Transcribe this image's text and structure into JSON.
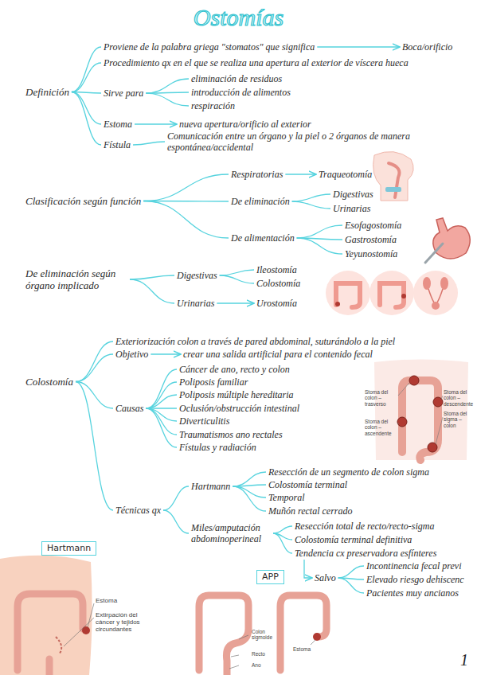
{
  "diagram": {
    "title": "Ostomías",
    "nodes": [
      {
        "text": [
          "Definición"
        ]
      },
      {
        "text": [
          "Proviene de la palabra griega \"stomatos\" que significa"
        ]
      },
      {
        "text": [
          "Boca/orificio"
        ]
      },
      {
        "text": [
          "Procedimiento qx en el que se realiza una apertura al exterior de víscera hueca"
        ]
      },
      {
        "text": [
          "Sirve para"
        ]
      },
      {
        "text": [
          "eliminación de residuos"
        ]
      },
      {
        "text": [
          "introducción de alimentos"
        ]
      },
      {
        "text": [
          "respiración"
        ]
      },
      {
        "text": [
          "Estoma"
        ]
      },
      {
        "text": [
          "nueva apertura/orificio al exterior"
        ]
      },
      {
        "text": [
          "Fístula"
        ]
      },
      {
        "text": [
          "Comunicación entre un órgano y la piel o 2 órganos de manera espontánea/accidental"
        ]
      },
      {
        "text": [
          "Clasificación según función"
        ]
      },
      {
        "text": [
          "Respiratorias"
        ]
      },
      {
        "text": [
          "Traqueotomía"
        ]
      },
      {
        "text": [
          "De eliminación"
        ]
      },
      {
        "text": [
          "Digestivas"
        ]
      },
      {
        "text": [
          "Urinarias"
        ]
      },
      {
        "text": [
          "De alimentación"
        ]
      },
      {
        "text": [
          "Esofagostomía"
        ]
      },
      {
        "text": [
          "Gastrostomía"
        ]
      },
      {
        "text": [
          "Yeyunostomía"
        ]
      },
      {
        "text": [
          "De eliminación según órgano implicado"
        ]
      },
      {
        "text": [
          "Digestivas"
        ]
      },
      {
        "text": [
          "Ileostomía"
        ]
      },
      {
        "text": [
          "Colostomía"
        ]
      },
      {
        "text": [
          "Urinarias"
        ]
      },
      {
        "text": [
          "Urostomía"
        ]
      },
      {
        "text": [
          "Colostomía"
        ]
      },
      {
        "text": [
          "Exteriorización colon a través de pared abdominal, suturándolo a la piel"
        ]
      },
      {
        "text": [
          "Objetivo"
        ]
      },
      {
        "text": [
          "crear una salida artificial para el contenido fecal"
        ]
      },
      {
        "text": [
          "Causas"
        ]
      },
      {
        "text": [
          "Cáncer de ano, recto y colon"
        ]
      },
      {
        "text": [
          "Poliposis familiar"
        ]
      },
      {
        "text": [
          "Poliposis múltiple hereditaria"
        ]
      },
      {
        "text": [
          "Oclusión/obstrucción intestinal"
        ]
      },
      {
        "text": [
          "Diverticulitis"
        ]
      },
      {
        "text": [
          "Traumatismos ano rectales"
        ]
      },
      {
        "text": [
          "Fístulas y radiación"
        ]
      },
      {
        "text": [
          "Técnicas qx"
        ]
      },
      {
        "text": [
          "Hartmann"
        ]
      },
      {
        "text": [
          "Resección de un segmento de colon sigma"
        ]
      },
      {
        "text": [
          "Colostomía terminal"
        ]
      },
      {
        "text": [
          "Temporal"
        ]
      },
      {
        "text": [
          "Muñón rectal cerrado"
        ]
      },
      {
        "text": [
          "Miles/amputación abdominoperineal"
        ]
      },
      {
        "text": [
          "Resección total de recto/recto-sigma"
        ]
      },
      {
        "text": [
          "Colostomía terminal definitiva"
        ]
      },
      {
        "text": [
          "Tendencia cx preservadora esfínteres"
        ]
      },
      {
        "text": [
          "Salvo"
        ]
      },
      {
        "text": [
          "Incontinencia fecal previ"
        ]
      },
      {
        "text": [
          "Elevado riesgo dehiscenc"
        ]
      },
      {
        "text": [
          "Pacientes muy ancianos"
        ]
      },
      {
        "text": [
          "Hartmann"
        ]
      },
      {
        "text": [
          "APP"
        ]
      }
    ],
    "edges": [
      {
        "from": 0,
        "to": 1,
        "arrow": "none"
      },
      {
        "from": 0,
        "to": 3,
        "arrow": "none"
      },
      {
        "from": 0,
        "to": 4,
        "arrow": "none"
      },
      {
        "from": 0,
        "to": 8,
        "arrow": "none"
      },
      {
        "from": 0,
        "to": 10,
        "arrow": "none"
      },
      {
        "from": 1,
        "to": 2,
        "arrow": "to"
      },
      {
        "from": 4,
        "to": 5,
        "arrow": "none"
      },
      {
        "from": 4,
        "to": 6,
        "arrow": "none"
      },
      {
        "from": 4,
        "to": 7,
        "arrow": "none"
      },
      {
        "from": 8,
        "to": 9,
        "arrow": "to"
      },
      {
        "from": 10,
        "to": 11,
        "arrow": "none"
      },
      {
        "from": 12,
        "to": 13,
        "arrow": "none"
      },
      {
        "from": 12,
        "to": 15,
        "arrow": "none"
      },
      {
        "from": 12,
        "to": 18,
        "arrow": "none"
      },
      {
        "from": 13,
        "to": 14,
        "arrow": "to"
      },
      {
        "from": 15,
        "to": 16,
        "arrow": "none"
      },
      {
        "from": 15,
        "to": 17,
        "arrow": "none"
      },
      {
        "from": 18,
        "to": 19,
        "arrow": "none"
      },
      {
        "from": 18,
        "to": 20,
        "arrow": "none"
      },
      {
        "from": 18,
        "to": 21,
        "arrow": "none"
      },
      {
        "from": 22,
        "to": 23,
        "arrow": "none"
      },
      {
        "from": 22,
        "to": 26,
        "arrow": "none"
      },
      {
        "from": 23,
        "to": 24,
        "arrow": "none"
      },
      {
        "from": 23,
        "to": 25,
        "arrow": "none"
      },
      {
        "from": 26,
        "to": 27,
        "arrow": "to"
      },
      {
        "from": 28,
        "to": 29,
        "arrow": "none"
      },
      {
        "from": 28,
        "to": 30,
        "arrow": "none"
      },
      {
        "from": 28,
        "to": 32,
        "arrow": "none"
      },
      {
        "from": 28,
        "to": 40,
        "arrow": "none"
      },
      {
        "from": 30,
        "to": 31,
        "arrow": "to"
      },
      {
        "from": 32,
        "to": 33,
        "arrow": "none"
      },
      {
        "from": 32,
        "to": 34,
        "arrow": "none"
      },
      {
        "from": 32,
        "to": 35,
        "arrow": "none"
      },
      {
        "from": 32,
        "to": 36,
        "arrow": "none"
      },
      {
        "from": 32,
        "to": 37,
        "arrow": "none"
      },
      {
        "from": 32,
        "to": 38,
        "arrow": "none"
      },
      {
        "from": 32,
        "to": 39,
        "arrow": "none"
      },
      {
        "from": 40,
        "to": 41,
        "arrow": "none"
      },
      {
        "from": 40,
        "to": 46,
        "arrow": "none"
      },
      {
        "from": 41,
        "to": 42,
        "arrow": "none"
      },
      {
        "from": 41,
        "to": 43,
        "arrow": "none"
      },
      {
        "from": 41,
        "to": 44,
        "arrow": "none"
      },
      {
        "from": 41,
        "to": 45,
        "arrow": "none"
      },
      {
        "from": 46,
        "to": 47,
        "arrow": "none"
      },
      {
        "from": 46,
        "to": 48,
        "arrow": "none"
      },
      {
        "from": 46,
        "to": 49,
        "arrow": "none"
      },
      {
        "from": 49,
        "to": 50,
        "arrow": "to"
      },
      {
        "from": 50,
        "to": 51,
        "arrow": "none"
      },
      {
        "from": 50,
        "to": 52,
        "arrow": "none"
      },
      {
        "from": 50,
        "to": 53,
        "arrow": "none"
      }
    ],
    "labels": [
      "Stoma del colon – trasverso",
      "Stoma del colon – descendente",
      "Stoma del sigma – colon",
      "Stoma del colon – ascendente",
      "Estoma",
      "Extirpación del cáncer y tejidos circundantes",
      "Colon sigmoide",
      "Recto",
      "Ano",
      "Estoma",
      "1"
    ]
  }
}
